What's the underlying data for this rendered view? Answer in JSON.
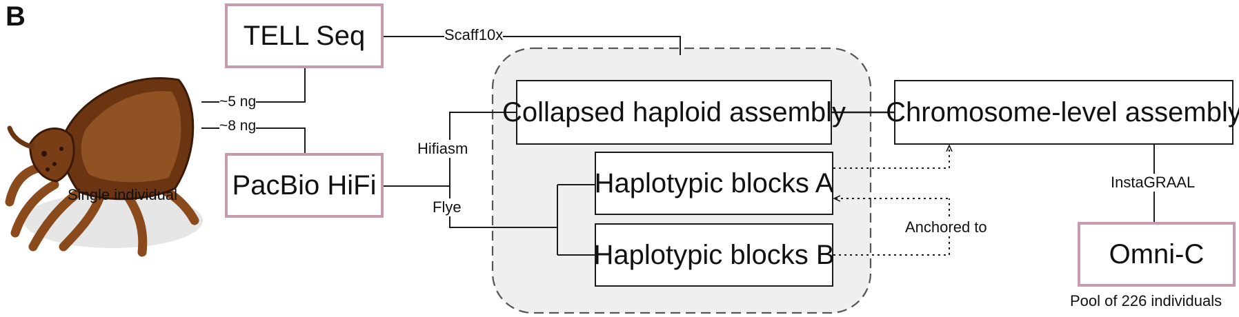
{
  "panel_label": "B",
  "specimen": {
    "caption": "Single individual"
  },
  "inputs": {
    "tellseq": "TELL Seq",
    "pacbio": "PacBio HiFi",
    "omnic": "Omni-C",
    "omnic_caption": "Pool of 226 individuals"
  },
  "amounts": {
    "tellseq": "~5 ng",
    "pacbio": "~8 ng"
  },
  "tools": {
    "scaff10x": "Scaff10x",
    "hifiasm": "Hifiasm",
    "flye": "Flye",
    "instagraal": "InstaGRAAL"
  },
  "assemblies": {
    "collapsed": "Collapsed haploid assembly",
    "hap_a": "Haplotypic blocks A",
    "hap_b": "Haplotypic blocks B",
    "chromosome": "Chromosome-level assembly"
  },
  "anchor_label": "Anchored to",
  "colors": {
    "input_border": "#c89aae",
    "panel_fill": "#efefef",
    "line": "#1a1a1a"
  }
}
